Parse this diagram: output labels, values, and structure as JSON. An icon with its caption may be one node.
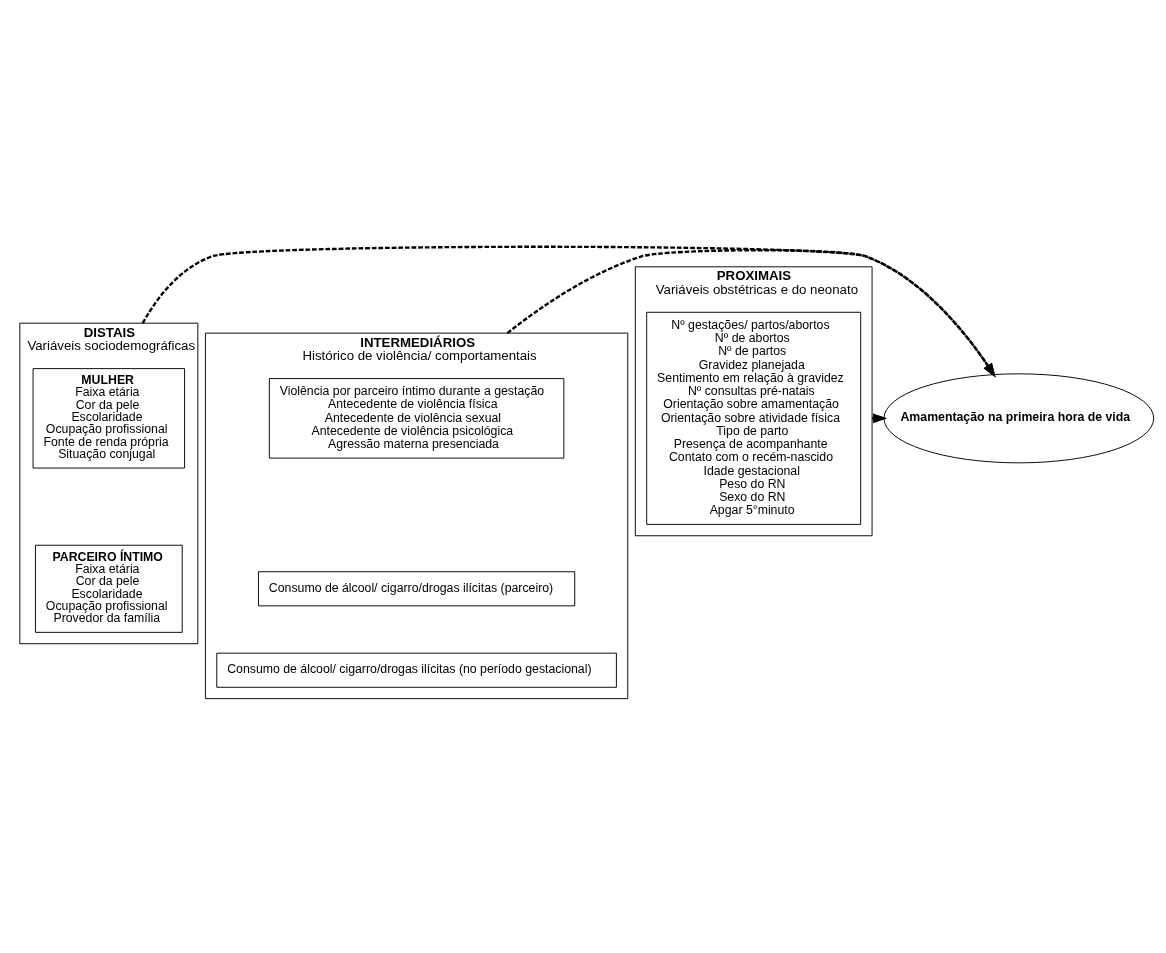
{
  "diagram": {
    "nodes": [
      {
        "text": [
          "DISTAIS",
          "Variáveis sociodemográficas"
        ]
      },
      {
        "text": [
          "MULHER",
          "Faixa etária",
          "Cor da pele",
          "Escolaridade",
          "Ocupação profissional",
          "Fonte de renda própria",
          "Situação conjugal"
        ],
        "in": 0
      },
      {
        "text": [
          "PARCEIRO ÍNTIMO",
          "Faixa etária",
          "Cor da pele",
          "Escolaridade",
          "Ocupação profissional",
          "Provedor da família"
        ],
        "in": 0
      },
      {
        "text": [
          "INTERMEDIÁRIOS",
          "Histórico de violência/ comportamentais"
        ]
      },
      {
        "text": [
          "Violência por parceiro íntimo durante a gestação",
          "Antecedente de violência física",
          "Antecedente de violência sexual",
          "Antecedente de violência psicológica",
          "Agressão materna presenciada"
        ],
        "in": 3
      },
      {
        "text": [
          "Consumo de álcool/ cigarro/drogas ilícitas (parceiro)"
        ],
        "in": 3
      },
      {
        "text": [
          "Consumo de álcool/ cigarro/drogas ilícitas (no período gestacional)"
        ],
        "in": 3
      },
      {
        "text": [
          "PROXIMAIS",
          "Variáveis obstétricas e do neonato"
        ]
      },
      {
        "text": [
          "Nº gestações/ partos/abortos",
          "Nº de abortos",
          "Nº de partos",
          "Gravidez planejada",
          "Sentimento em relação à gravidez",
          "Nº consultas pré-natais",
          "Orientação sobre amamentação",
          "Orientação sobre atividade física",
          "Tipo de parto",
          "Presença de acompanhante",
          "Contato com o recém-nascido",
          "Idade gestacional",
          "Peso do RN",
          "Sexo do RN",
          "Apgar 5°minuto"
        ],
        "in": 7
      },
      {
        "text": [
          "Amamentação na primeira hora de vida"
        ]
      }
    ],
    "edges": [
      {
        "from": 0,
        "to": 9,
        "arrow": "to",
        "style": "dashed"
      },
      {
        "from": 3,
        "to": 9,
        "arrow": "to",
        "style": "dashed"
      },
      {
        "from": 7,
        "to": 9,
        "arrow": "to",
        "style": "dashed"
      }
    ]
  }
}
